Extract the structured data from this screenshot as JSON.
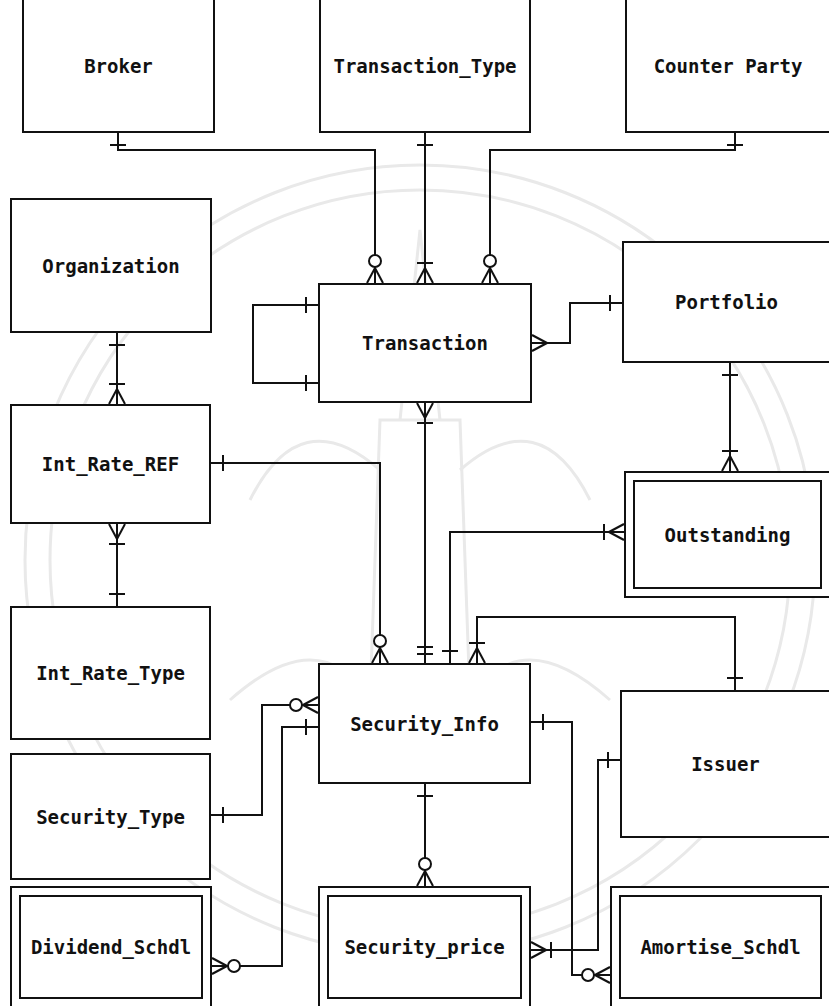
{
  "diagram": {
    "nodes": [
      {
        "text": [
          "Broker"
        ]
      },
      {
        "text": [
          "Transaction_Type"
        ]
      },
      {
        "text": [
          "Counter Party"
        ]
      },
      {
        "text": [
          "Organization"
        ]
      },
      {
        "text": [
          "Transaction"
        ]
      },
      {
        "text": [
          "Portfolio"
        ]
      },
      {
        "text": [
          "Int_Rate_REF"
        ]
      },
      {
        "text": [
          "Outstanding"
        ]
      },
      {
        "text": [
          "Int_Rate_Type"
        ]
      },
      {
        "text": [
          "Security_Info"
        ]
      },
      {
        "text": [
          "Issuer"
        ]
      },
      {
        "text": [
          "Security_Type"
        ]
      },
      {
        "text": [
          "Dividend_Schdl"
        ]
      },
      {
        "text": [
          "Security_price"
        ]
      },
      {
        "text": [
          "Amortise_Schdl"
        ]
      }
    ],
    "edges": [
      {
        "from": 0,
        "to": 4,
        "arrow": "to"
      },
      {
        "from": 1,
        "to": 4,
        "arrow": "to"
      },
      {
        "from": 2,
        "to": 4,
        "arrow": "to"
      },
      {
        "from": 4,
        "to": 4,
        "arrow": "none"
      },
      {
        "from": 5,
        "to": 4,
        "arrow": "to"
      },
      {
        "from": 3,
        "to": 6,
        "arrow": "to"
      },
      {
        "from": 8,
        "to": 6,
        "arrow": "to"
      },
      {
        "from": 6,
        "to": 9,
        "arrow": "to"
      },
      {
        "from": 9,
        "to": 4,
        "arrow": "to"
      },
      {
        "from": 9,
        "to": 7,
        "arrow": "to"
      },
      {
        "from": 5,
        "to": 7,
        "arrow": "to"
      },
      {
        "from": 10,
        "to": 9,
        "arrow": "to"
      },
      {
        "from": 10,
        "to": 13,
        "arrow": "to"
      },
      {
        "from": 11,
        "to": 9,
        "arrow": "to"
      },
      {
        "from": 9,
        "to": 12,
        "arrow": "to"
      },
      {
        "from": 9,
        "to": 13,
        "arrow": "to"
      },
      {
        "from": 9,
        "to": 14,
        "arrow": "to"
      }
    ]
  }
}
